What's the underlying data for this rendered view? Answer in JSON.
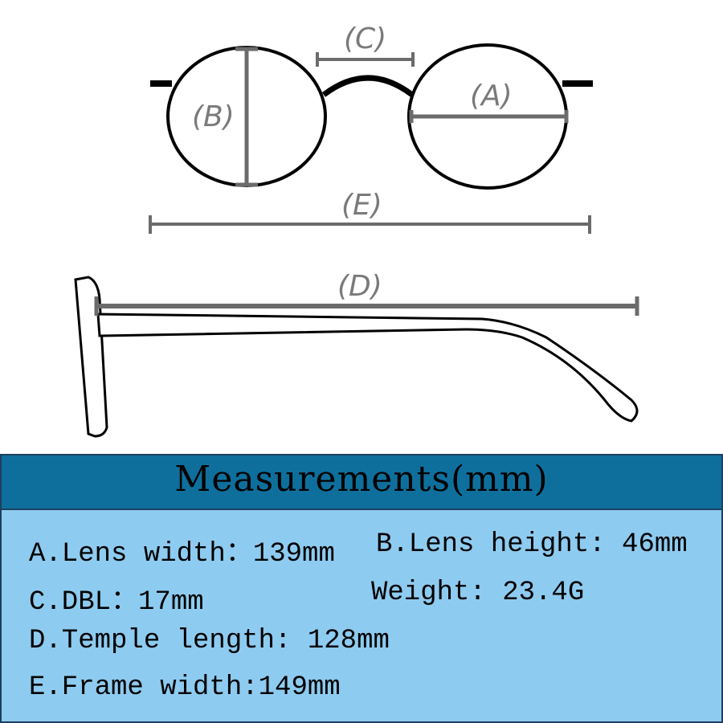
{
  "diagram": {
    "labels": {
      "a": "(A)",
      "b": "(B)",
      "c": "(C)",
      "d": "(D)",
      "e": "(E)"
    },
    "colors": {
      "frame": "#000000",
      "dimension": "#6b6b6b",
      "label": "#7a7a7a"
    }
  },
  "table": {
    "title": "Measurements(mm)",
    "lens_width": "A.Lens width：139mm",
    "lens_height": "B.Lens height: 46mm",
    "dbl": "C.DBL：17mm",
    "weight": "Weight: 23.4G",
    "temple_length": "D.Temple length: 128mm",
    "frame_width": "E.Frame width:149mm",
    "colors": {
      "header_bg": "#0f6f9c",
      "body_bg": "#8ecbf0",
      "border": "#1d3f5f"
    }
  }
}
